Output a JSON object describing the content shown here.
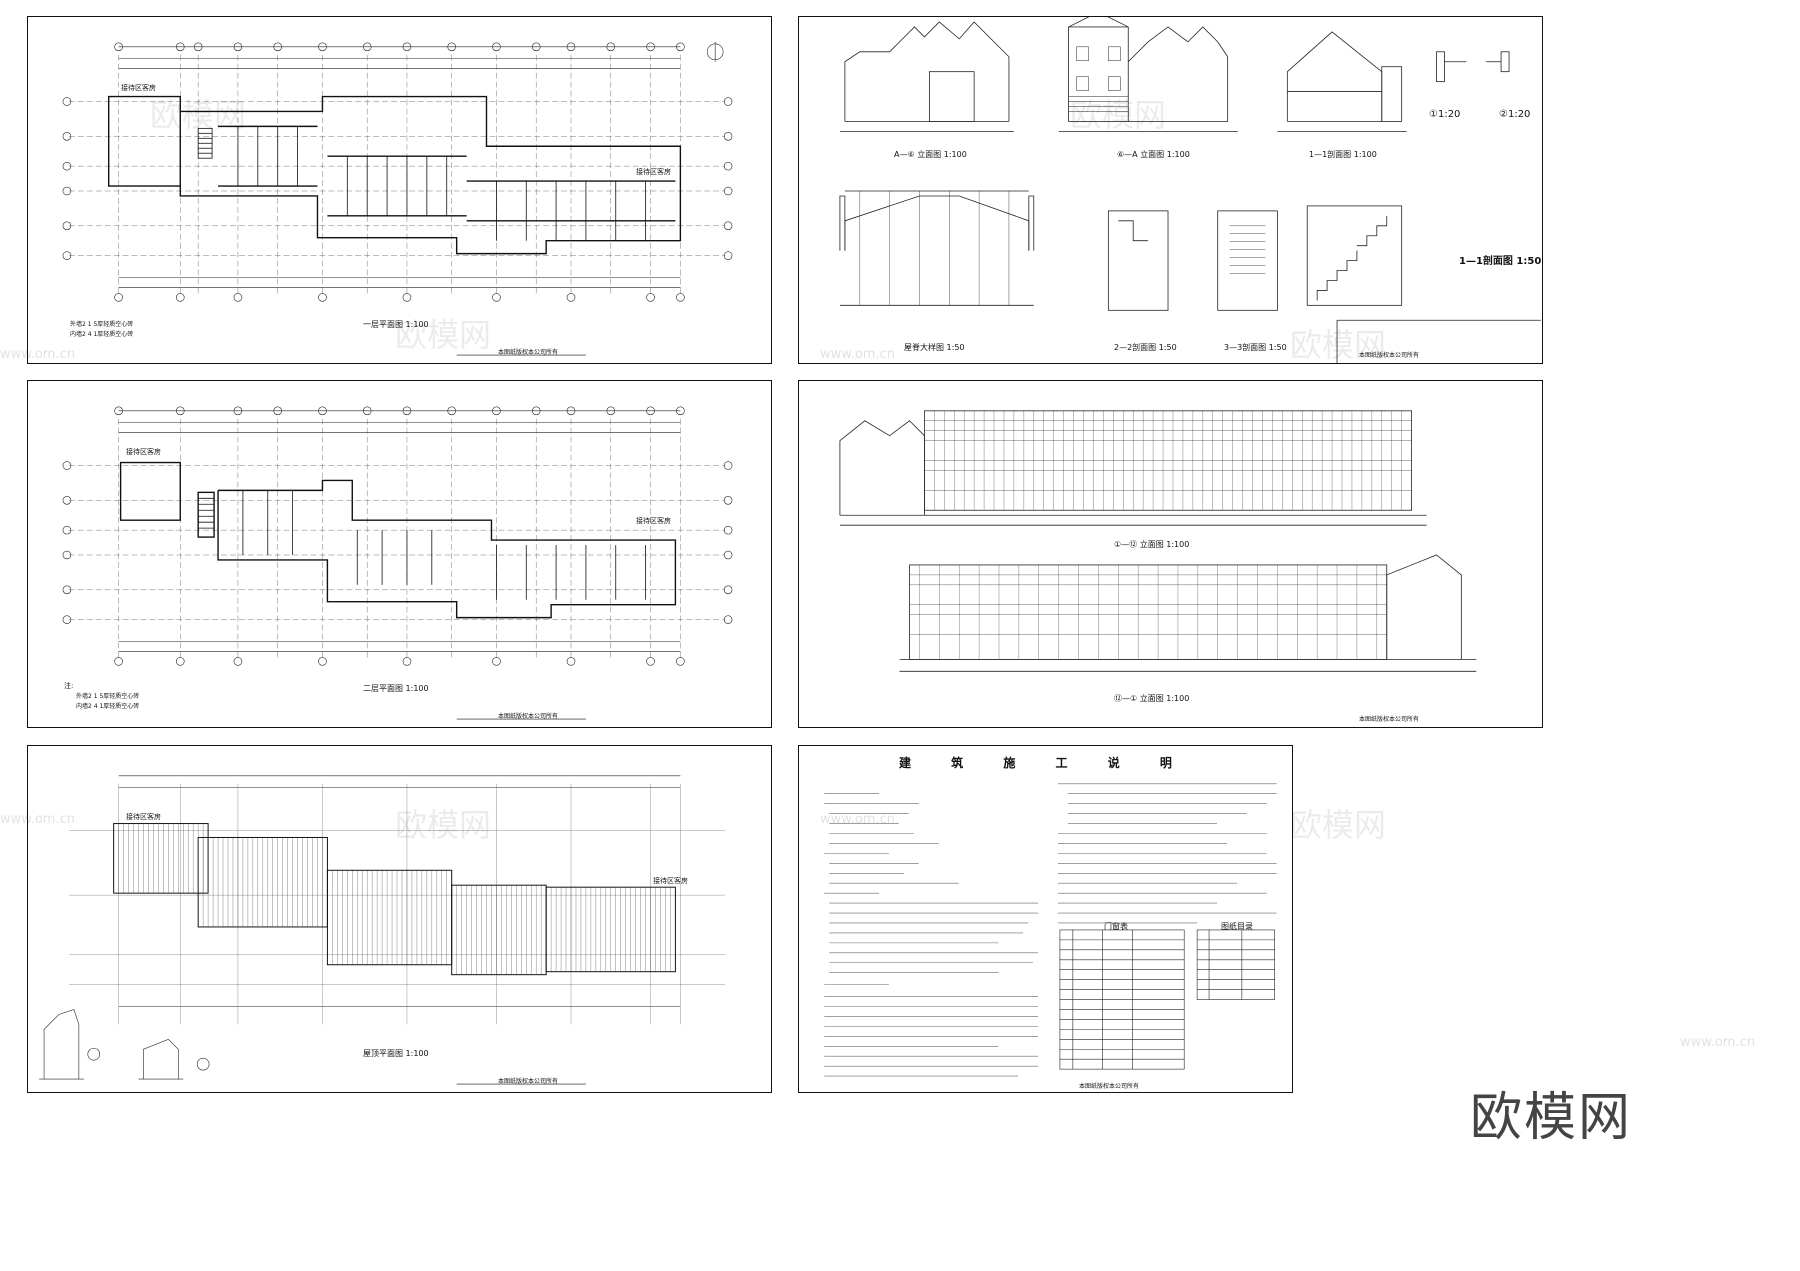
{
  "sheets": {
    "plan1": {
      "title": "一层平面图",
      "scale": "1:100",
      "label_left": "接待区客房",
      "label_right": "接待区客房",
      "note1": "外墙2 1 5厚轻质空心砖",
      "note2": "内墙2 4 1厚轻质空心砖",
      "footer": "本图纸版权本公司所有"
    },
    "elevations": {
      "elev1": "A—⑥ 立面图 1:100",
      "elev2": "⑥—A 立面图 1:100",
      "sect1": "1—1剖面图",
      "sect1_scale": "1:100",
      "d1": "①1:20",
      "d2": "②1:20",
      "ridge": "屋脊大样图 1:50",
      "sect2": "2—2剖面图 1:50",
      "sect3": "3—3剖面图 1:50",
      "sect4": "1—1剖面图",
      "sect4_scale": "1:50",
      "footer": "本图纸版权本公司所有"
    },
    "plan2": {
      "title": "二层平面图",
      "scale": "1:100",
      "label_left": "接待区客房",
      "label_right": "接待区客房",
      "note_head": "注:",
      "note1": "外墙2 1 5厚轻质空心砖",
      "note2": "内墙2 4 1厚轻质空心砖",
      "footer": "本图纸版权本公司所有"
    },
    "elev_long": {
      "elev1": "①—⑫ 立面图 1:100",
      "elev2": "⑫—① 立面图 1:100",
      "footer": "本图纸版权本公司所有"
    },
    "roof": {
      "title": "屋顶平面图",
      "scale": "1:100",
      "label_left": "接待区客房",
      "label_right": "接待区客房",
      "footer": "本图纸版权本公司所有"
    },
    "spec": {
      "title": "建 筑 施 工 说 明",
      "door_table_title": "门窗表",
      "drawing_list_title": "图纸目录",
      "footer": "本图纸版权本公司所有"
    }
  },
  "watermarks": {
    "brand_cn": "欧模网",
    "site": "www.om.cn"
  },
  "brand_logo": "欧模网"
}
